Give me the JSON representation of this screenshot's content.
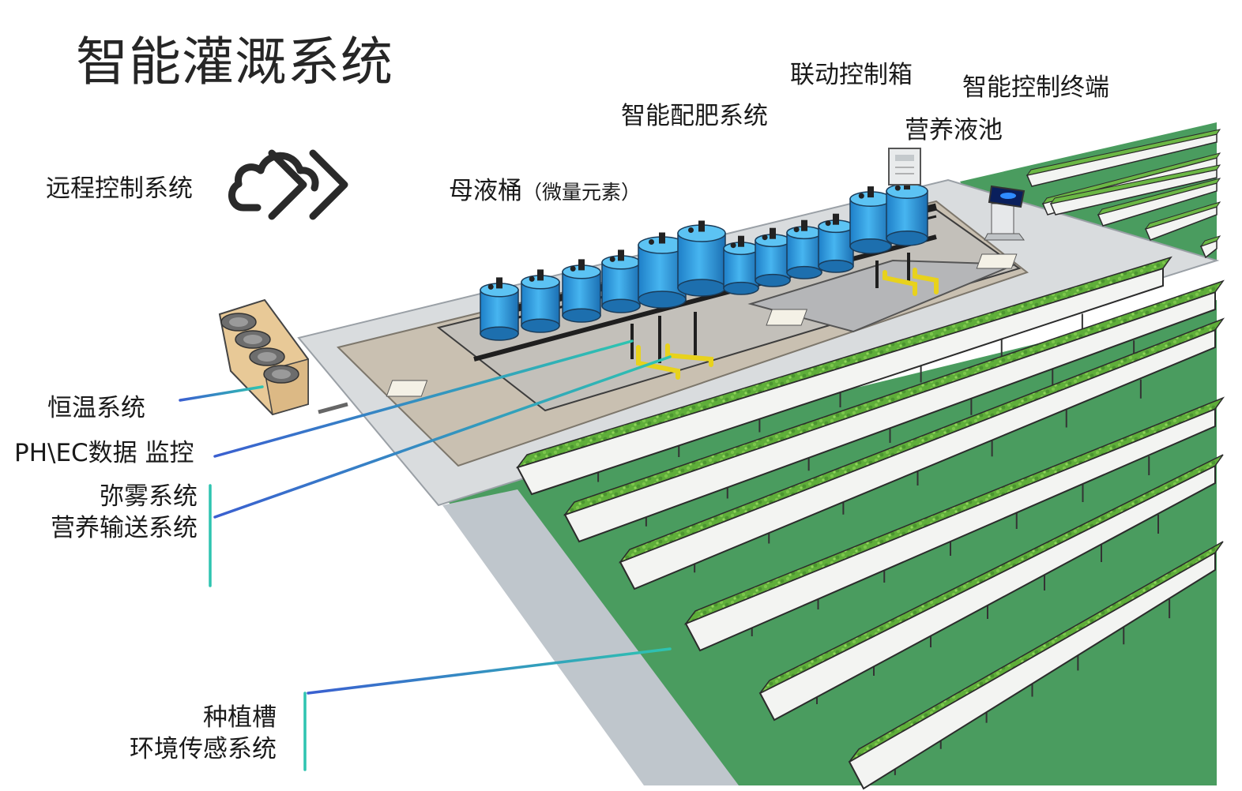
{
  "title": "智能灌溉系统",
  "labels": {
    "remote": "远程控制系统",
    "mother_tank": "母液桶",
    "mother_tank_note": "（微量元素）",
    "fertilizer": "智能配肥系统",
    "linkage_box": "联动控制箱",
    "terminal": "智能控制终端",
    "pool": "营养液池",
    "thermostat": "恒温系统",
    "ph_ec": "PH\\EC数据 监控",
    "mist": "弥雾系统",
    "nutrient_delivery": "营养输送系统",
    "planting_trough": "种植槽",
    "env_sensor": "环境传感系统"
  },
  "icons": {
    "remote": "cloud-arrows-icon"
  },
  "colors": {
    "grass": "#4a9c5f",
    "trough_top": "#5fae3a",
    "tank": "#3aa6e8",
    "slab": "#c9c0b1",
    "path": "#d9dcde",
    "leader_teal": "#27b3b3",
    "leader_blue": "#3a62d0"
  }
}
